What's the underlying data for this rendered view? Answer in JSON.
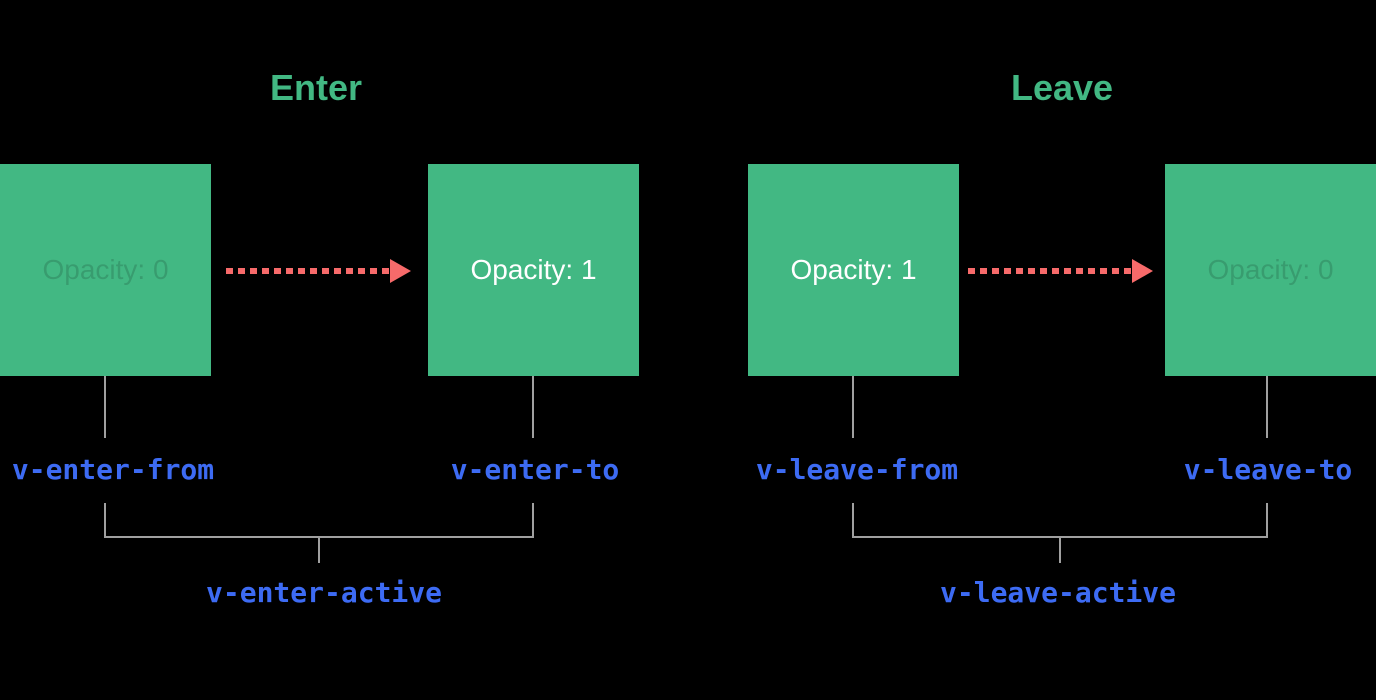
{
  "colors": {
    "background": "#000000",
    "green": "#42b883",
    "blue": "#3d6bf3",
    "arrow_red": "#f76a6a",
    "line_gray": "#a0a0a0",
    "box_text_white": "#ffffff",
    "faded_text": "rgba(0,0,0,0.15)"
  },
  "sections": [
    {
      "title": "Enter",
      "from_box": {
        "label": "Opacity: 0",
        "faded": true
      },
      "to_box": {
        "label": "Opacity: 1",
        "faded": false
      },
      "from_class": "v-enter-from",
      "to_class": "v-enter-to",
      "active_class": "v-enter-active"
    },
    {
      "title": "Leave",
      "from_box": {
        "label": "Opacity: 1",
        "faded": false
      },
      "to_box": {
        "label": "Opacity: 0",
        "faded": true
      },
      "from_class": "v-leave-from",
      "to_class": "v-leave-to",
      "active_class": "v-leave-active"
    }
  ]
}
